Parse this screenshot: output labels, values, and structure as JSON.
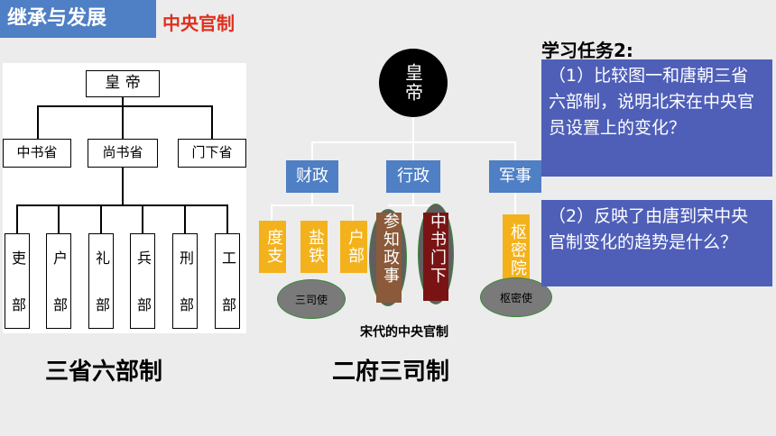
{
  "header": {
    "title": "继承与发展",
    "subtitle": "中央官制"
  },
  "tang": {
    "emperor": "皇 帝",
    "provinces": [
      "中书省",
      "尚书省",
      "门下省"
    ],
    "ministries": [
      {
        "top": "吏",
        "bottom": "部"
      },
      {
        "top": "户",
        "bottom": "部"
      },
      {
        "top": "礼",
        "bottom": "部"
      },
      {
        "top": "兵",
        "bottom": "部"
      },
      {
        "top": "刑",
        "bottom": "部"
      },
      {
        "top": "工",
        "bottom": "部"
      }
    ],
    "caption": "三省六部制"
  },
  "song": {
    "emperor": "皇帝",
    "departments": [
      "财政",
      "行政",
      "军事"
    ],
    "finance_offices": [
      "度支",
      "盐铁",
      "户部"
    ],
    "admin_offices": [
      "参知政事",
      "中书门下"
    ],
    "military_office": "枢密院",
    "label_sansi": "三司使",
    "label_shumi": "枢密使",
    "diagram_caption": "宋代的中央官制",
    "caption": "二府三司制"
  },
  "task": {
    "title": "学习任务2:",
    "q1": "（1）比较图一和唐朝三省六部制，说明北宋在中央官员设置上的变化？",
    "q2": "（2）反映了由唐到宋中央官制变化的趋势是什么？"
  },
  "colors": {
    "blue": "#4f7fc4",
    "purple_blue": "#4f5fb8",
    "orange": "#f3b21c",
    "red": "#e0301e"
  }
}
